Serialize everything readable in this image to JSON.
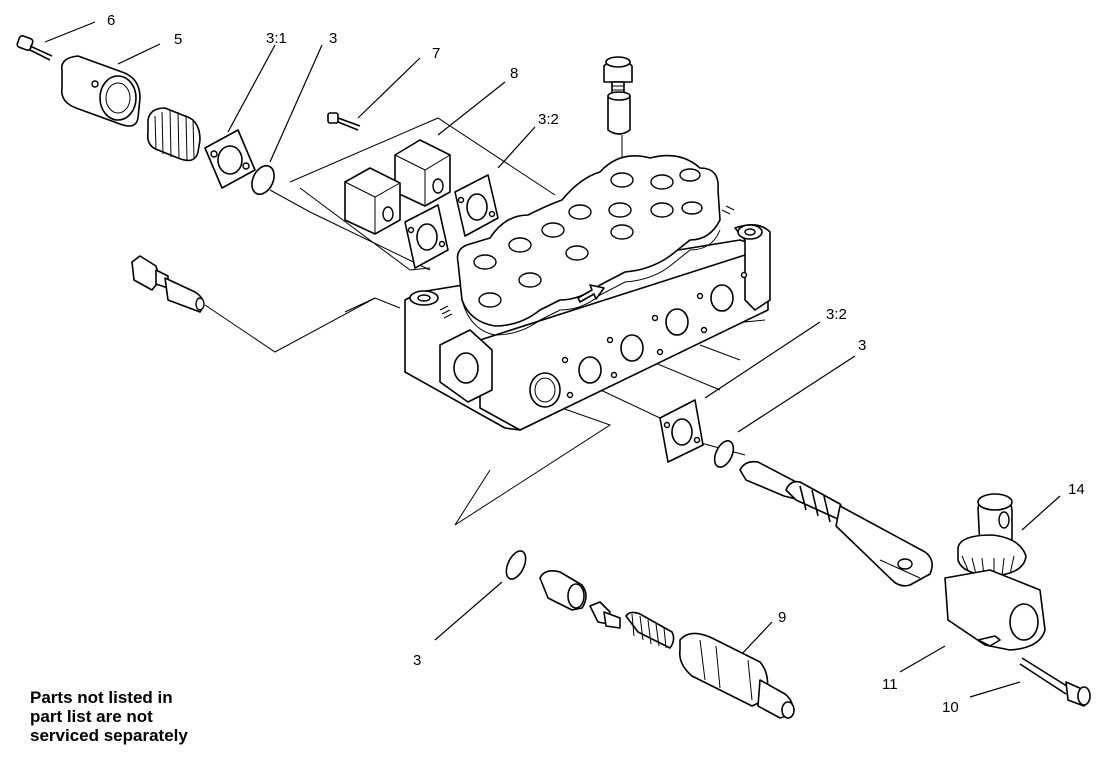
{
  "callouts": {
    "c6": "6",
    "c5": "5",
    "c3_1": "3:1",
    "c3_top": "3",
    "c7": "7",
    "c8": "8",
    "c3_2_top": "3:2",
    "c3_2_right": "3:2",
    "c3_right": "3",
    "c14": "14",
    "c9": "9",
    "c3_bottom": "3",
    "c11": "11",
    "c10": "10"
  },
  "note": {
    "line1": "Parts not listed in",
    "line2": "part list are not",
    "line3": "serviced separately"
  }
}
